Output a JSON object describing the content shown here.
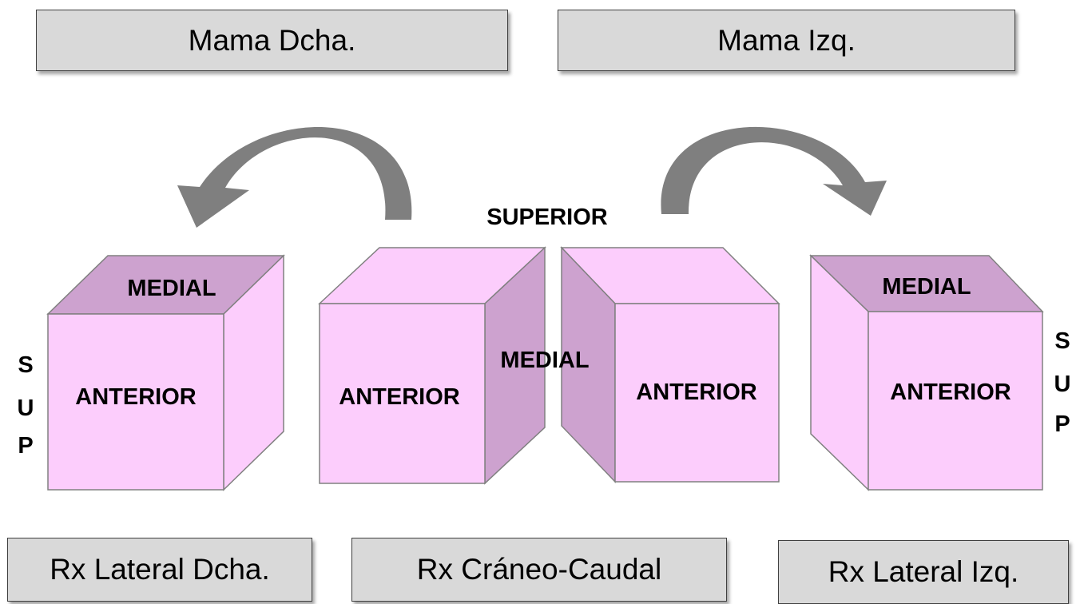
{
  "boxes": {
    "mama_dcha": "Mama Dcha.",
    "mama_izq": "Mama Izq.",
    "rx_lateral_dcha": "Rx Lateral Dcha.",
    "rx_craneo_caudal": "Rx Cráneo-Caudal",
    "rx_lateral_izq": "Rx Lateral Izq."
  },
  "center_label": "SUPERIOR",
  "cube_left": {
    "top_face": "MEDIAL",
    "front_face": "ANTERIOR"
  },
  "cube_center_left": {
    "front_face": "ANTERIOR"
  },
  "cube_center_shared_face": "MEDIAL",
  "cube_center_right": {
    "front_face": "ANTERIOR"
  },
  "cube_right": {
    "top_face": "MEDIAL",
    "front_face": "ANTERIOR"
  },
  "side_label_left": [
    "S",
    "U",
    "P"
  ],
  "side_label_right": [
    "S",
    "U",
    "P"
  ],
  "colors": {
    "cube_light": "#fccdfc",
    "cube_dark": "#cda2cf",
    "arrow": "#7f7f7f",
    "box_fill": "#d9d9d9"
  },
  "icons": {
    "arrow_left": "curved-arrow-left-icon",
    "arrow_right": "curved-arrow-right-icon"
  }
}
